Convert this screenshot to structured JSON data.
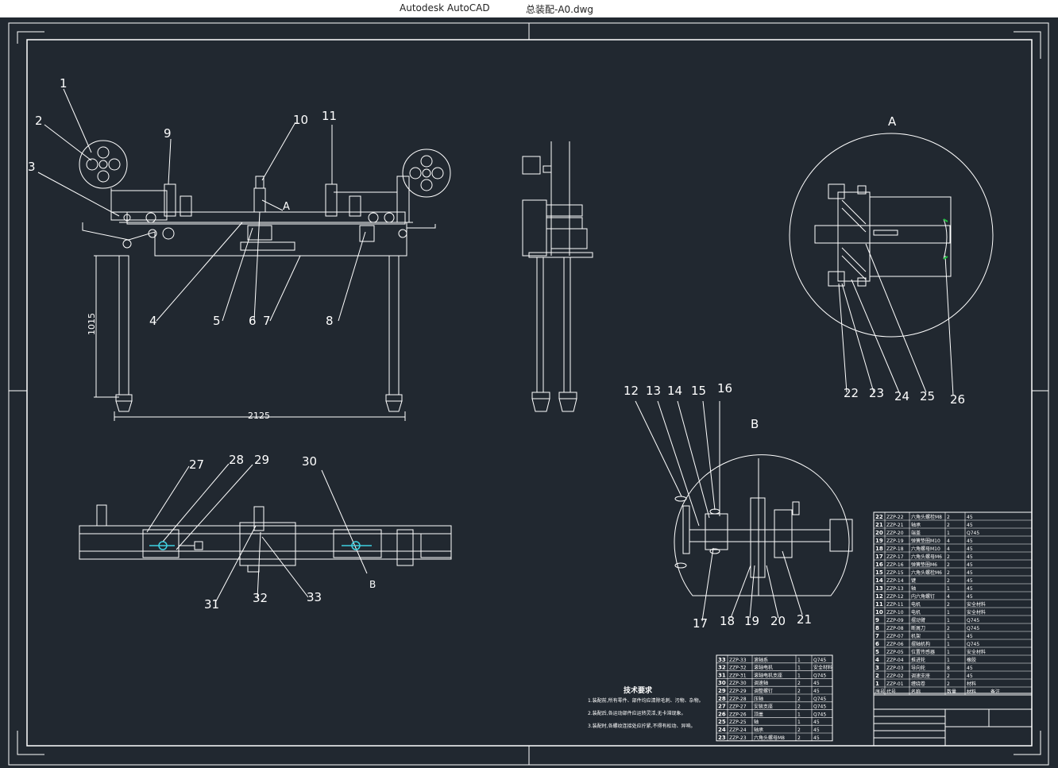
{
  "window": {
    "app_title": "Autodesk AutoCAD",
    "file_name": "总装配-A0.dwg"
  },
  "drawing": {
    "main_view_labels": [
      "1",
      "2",
      "3",
      "4",
      "5",
      "6",
      "7",
      "8",
      "9",
      "10",
      "11"
    ],
    "dimensions": {
      "height": "1015",
      "width": "2125"
    },
    "detail_a_title": "A",
    "detail_a_labels": [
      "22",
      "23",
      "24",
      "25",
      "26"
    ],
    "detail_b_title": "B",
    "detail_b_labels": [
      "12",
      "13",
      "14",
      "15",
      "16",
      "17",
      "18",
      "19",
      "20",
      "21"
    ],
    "top_view_labels": [
      "27",
      "28",
      "29",
      "30",
      "31",
      "32",
      "33"
    ],
    "top_view_detail_ref": "B",
    "main_view_detail_ref": "A",
    "tech_requirements": {
      "title": "技术要求",
      "items": [
        "1.装配前,所有零件、部件均应清除毛刺、污物、杂物。",
        "2.装配后,各运动部件应运转灵活,无卡滞现象。",
        "3.装配时,各螺纹连接处应拧紧,不得有松动、异响。"
      ]
    },
    "bom_upper": {
      "rows": [
        {
          "no": "33",
          "code": "ZZP-33",
          "name": "滚轴系",
          "qty": "1",
          "mat": "Q745"
        },
        {
          "no": "32",
          "code": "ZZP-32",
          "name": "滚轴电机",
          "qty": "1",
          "mat": "安全材料"
        },
        {
          "no": "31",
          "code": "ZZP-31",
          "name": "滚轴电机支座",
          "qty": "1",
          "mat": "Q745"
        },
        {
          "no": "30",
          "code": "ZZP-30",
          "name": "调速轴",
          "qty": "2",
          "mat": "45"
        },
        {
          "no": "29",
          "code": "ZZP-29",
          "name": "调整螺钉",
          "qty": "2",
          "mat": "45"
        },
        {
          "no": "28",
          "code": "ZZP-28",
          "name": "压轴",
          "qty": "2",
          "mat": "Q745"
        },
        {
          "no": "27",
          "code": "ZZP-27",
          "name": "安装支座",
          "qty": "2",
          "mat": "Q745"
        },
        {
          "no": "26",
          "code": "ZZP-26",
          "name": "顶盖",
          "qty": "1",
          "mat": "Q745"
        },
        {
          "no": "25",
          "code": "ZZP-25",
          "name": "轴",
          "qty": "1",
          "mat": "45"
        },
        {
          "no": "24",
          "code": "ZZP-24",
          "name": "轴承",
          "qty": "2",
          "mat": "45"
        },
        {
          "no": "23",
          "code": "ZZP-23",
          "name": "六角头螺母M8",
          "qty": "2",
          "mat": "45"
        }
      ]
    },
    "bom_lower": {
      "rows": [
        {
          "no": "22",
          "code": "ZZP-22",
          "name": "六角头螺栓M8",
          "qty": "2",
          "mat": "45"
        },
        {
          "no": "21",
          "code": "ZZP-21",
          "name": "轴承",
          "qty": "2",
          "mat": "45"
        },
        {
          "no": "20",
          "code": "ZZP-20",
          "name": "端盖",
          "qty": "1",
          "mat": "Q745"
        },
        {
          "no": "19",
          "code": "ZZP-19",
          "name": "弹簧垫圈M10",
          "qty": "4",
          "mat": "45"
        },
        {
          "no": "18",
          "code": "ZZP-18",
          "name": "六角螺母M10",
          "qty": "4",
          "mat": "45"
        },
        {
          "no": "17",
          "code": "ZZP-17",
          "name": "六角头螺母M6",
          "qty": "2",
          "mat": "45"
        },
        {
          "no": "16",
          "code": "ZZP-16",
          "name": "弹簧垫圈M6",
          "qty": "2",
          "mat": "45"
        },
        {
          "no": "15",
          "code": "ZZP-15",
          "name": "六角头螺栓M6",
          "qty": "2",
          "mat": "45"
        },
        {
          "no": "14",
          "code": "ZZP-14",
          "name": "键",
          "qty": "2",
          "mat": "45"
        },
        {
          "no": "13",
          "code": "ZZP-13",
          "name": "轴",
          "qty": "1",
          "mat": "45"
        },
        {
          "no": "12",
          "code": "ZZP-12",
          "name": "内六角螺钉",
          "qty": "4",
          "mat": "45"
        },
        {
          "no": "11",
          "code": "ZZP-11",
          "name": "电机",
          "qty": "2",
          "mat": "安全材料"
        },
        {
          "no": "10",
          "code": "ZZP-10",
          "name": "电机",
          "qty": "1",
          "mat": "安全材料"
        },
        {
          "no": "9",
          "code": "ZZP-09",
          "name": "摆动臂",
          "qty": "1",
          "mat": "Q745"
        },
        {
          "no": "8",
          "code": "ZZP-08",
          "name": "断屑刀",
          "qty": "2",
          "mat": "Q745"
        },
        {
          "no": "7",
          "code": "ZZP-07",
          "name": "机架",
          "qty": "1",
          "mat": "45"
        },
        {
          "no": "6",
          "code": "ZZP-06",
          "name": "摆轴机构",
          "qty": "1",
          "mat": "Q745"
        },
        {
          "no": "5",
          "code": "ZZP-05",
          "name": "位置传感器",
          "qty": "1",
          "mat": "安全材料"
        },
        {
          "no": "4",
          "code": "ZZP-04",
          "name": "推进轮",
          "qty": "1",
          "mat": "橡胶"
        },
        {
          "no": "3",
          "code": "ZZP-03",
          "name": "导向轮",
          "qty": "8",
          "mat": "45"
        },
        {
          "no": "2",
          "code": "ZZP-02",
          "name": "调速支座",
          "qty": "2",
          "mat": "45"
        },
        {
          "no": "1",
          "code": "ZZP-01",
          "name": "缠绕卷",
          "qty": "2",
          "mat": "材料"
        }
      ],
      "header": {
        "no": "序号",
        "code": "代号",
        "name": "名称",
        "qty": "数量",
        "mat": "材料",
        "note": "备注"
      }
    }
  },
  "colors": {
    "background": "#212830",
    "line": "#ffffff",
    "accent_cyan": "#3fd0e0",
    "accent_green": "#20c040"
  }
}
